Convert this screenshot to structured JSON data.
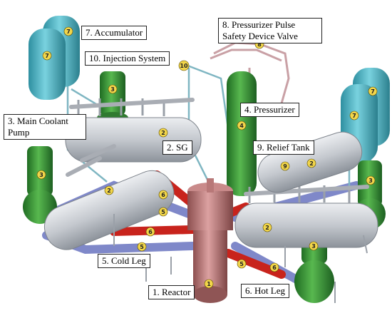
{
  "labels": {
    "accumulator": "7. Accumulator",
    "pulse_valve_line1": "8. Pressurizer Pulse",
    "pulse_valve_line2": "Safety Device Valve",
    "injection": "10. Injection System",
    "pressurizer": "4. Pressurizer",
    "main_pump_line1": "3. Main Coolant",
    "main_pump_line2": "Pump",
    "sg": "2. SG",
    "relief_tank": "9. Relief Tank",
    "cold_leg": "5. Cold Leg",
    "reactor": "1. Reactor",
    "hot_leg": "6. Hot Leg"
  },
  "badges": {
    "reactor": "1",
    "sg": "2",
    "pump": "3",
    "pressurizer": "4",
    "cold_leg": "5",
    "hot_leg": "6",
    "accumulator": "7",
    "pulse_valve": "8",
    "relief_tank": "9",
    "injection": "10"
  },
  "colors": {
    "reactor": "#c98a8a",
    "sg": "#c9ccd1",
    "pump": "#3d9a3d",
    "pressurizer": "#2f8a35",
    "accumulator": "#4fb6c4",
    "cold_leg": "#7f88c9",
    "hot_leg": "#c8231c",
    "badge": "#f2d64a"
  }
}
